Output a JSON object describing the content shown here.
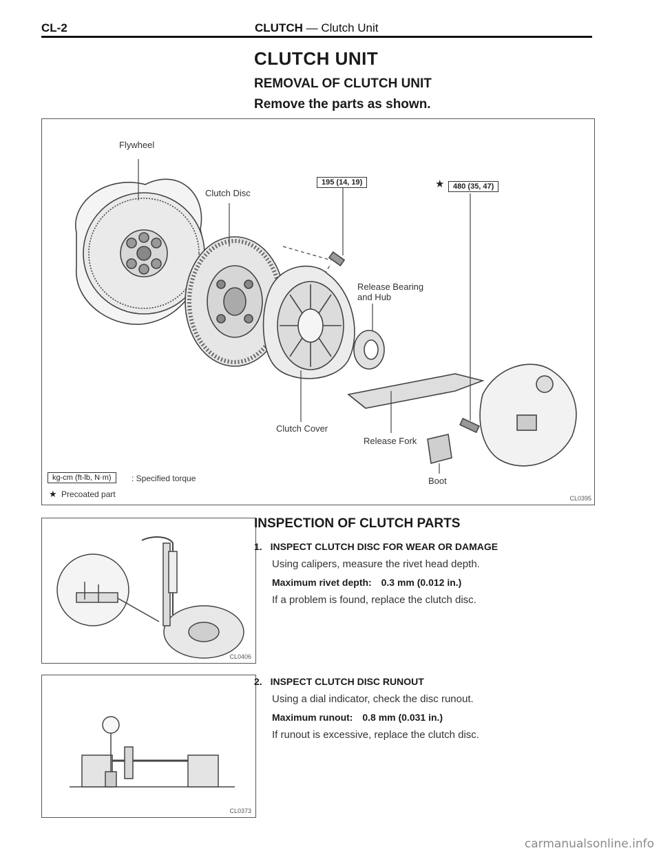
{
  "header": {
    "code": "CL-2",
    "section": "CLUTCH",
    "dash": "—",
    "subsection": "Clutch Unit"
  },
  "titles": {
    "main": "CLUTCH UNIT",
    "removal": "REMOVAL OF CLUTCH UNIT",
    "instruction": "Remove the parts as shown."
  },
  "main_figure": {
    "labels": {
      "flywheel": "Flywheel",
      "clutch_disc": "Clutch Disc",
      "torque_195": "195 (14, 19)",
      "release_bearing": "Release Bearing",
      "and_hub": "and Hub",
      "torque_480": "480 (35, 47)",
      "clutch_cover": "Clutch Cover",
      "release_fork": "Release Fork",
      "boot": "Boot"
    },
    "legend": {
      "torque_box": "kg-cm (ft-lb, N·m)",
      "torque_text": ": Specified torque",
      "star": "★",
      "precoated": "Precoated part"
    },
    "code": "CL0395"
  },
  "inspection": {
    "title": "INSPECTION OF CLUTCH PARTS",
    "steps": [
      {
        "num": "1.",
        "heading": "INSPECT CLUTCH DISC FOR WEAR OR DAMAGE",
        "text": "Using calipers, measure the rivet head depth.",
        "spec_label": "Maximum rivet depth:",
        "spec_value": "0.3 mm (0.012 in.)",
        "note": "If a problem is found, replace the clutch disc.",
        "figure_code": "CL0406"
      },
      {
        "num": "2.",
        "heading": "INSPECT CLUTCH DISC RUNOUT",
        "text": "Using a dial indicator, check the disc runout.",
        "spec_label": "Maximum runout:",
        "spec_value": "0.8 mm (0.031 in.)",
        "note": "If runout is excessive, replace the clutch disc.",
        "figure_code": "CL0373"
      }
    ]
  },
  "watermark": "carmanualsonline.info"
}
